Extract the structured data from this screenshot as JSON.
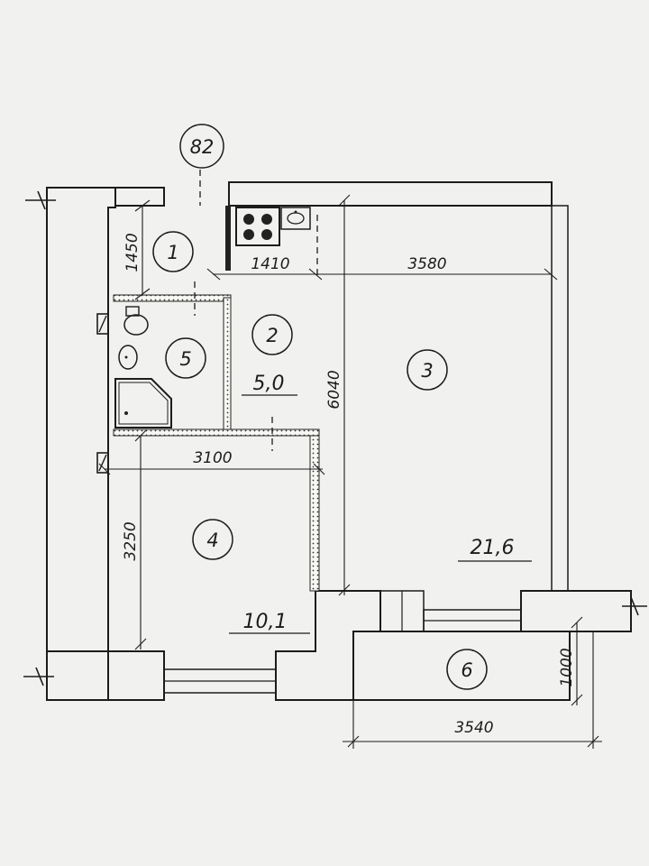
{
  "apartment_number": "82",
  "rooms": [
    {
      "number": "1",
      "area": ""
    },
    {
      "number": "2",
      "area": "5,0"
    },
    {
      "number": "3",
      "area": "21,6"
    },
    {
      "number": "4",
      "area": "10,1"
    },
    {
      "number": "5",
      "area": ""
    },
    {
      "number": "6",
      "area": ""
    }
  ],
  "dimensions": {
    "hall_depth": "1450",
    "corridor_width": "1410",
    "living_width": "3580",
    "living_length": "6040",
    "kitchen_width": "3100",
    "kitchen_length": "3250",
    "balcony_width": "3540",
    "balcony_depth": "1000"
  },
  "colors": {
    "ink": "#1c1c1c",
    "paper": "#f1f2ef"
  }
}
